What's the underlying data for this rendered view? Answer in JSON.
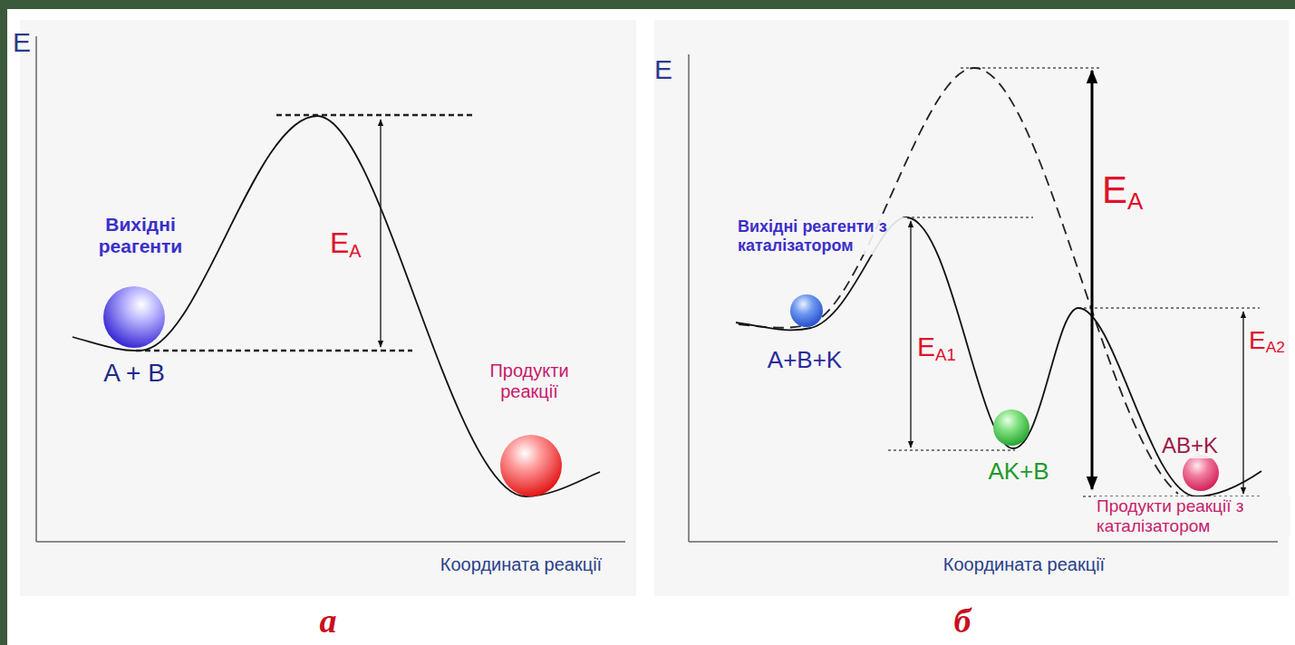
{
  "diagram": {
    "labels": [
      "E",
      "Вихідні реагенти",
      "A + B",
      "EA",
      "Продукти реакції",
      "Координата реакції",
      "а",
      "E",
      "Вихідні реагенти з каталізатором",
      "A+B+K",
      "EA1",
      "AK+B",
      "EA",
      "EA2",
      "AB+K",
      "Продукти реакції з каталізатором",
      "Координата реакції",
      "б"
    ]
  }
}
